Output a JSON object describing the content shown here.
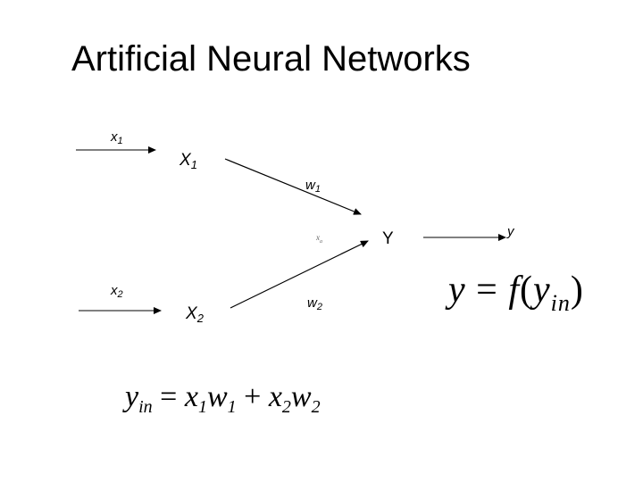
{
  "title": "Artificial Neural Networks",
  "inputs": [
    {
      "base": "x",
      "index": "1"
    },
    {
      "base": "x",
      "index": "2"
    }
  ],
  "input_nodes": [
    {
      "base": "X",
      "index": "1"
    },
    {
      "base": "X",
      "index": "2"
    }
  ],
  "weights": [
    {
      "base": "w",
      "index": "1"
    },
    {
      "base": "w",
      "index": "2"
    }
  ],
  "output_node": "Y",
  "output_label": "y",
  "center_mark": {
    "base": "x",
    "index": "a"
  },
  "activation_eq": {
    "lhs": "y",
    "equals": "=",
    "func": "f",
    "open": "(",
    "arg": "y",
    "arg_sub": "in",
    "close": ")"
  },
  "net_eq": {
    "lhs": "y",
    "lhs_sub": "in",
    "equals": "=",
    "t1_a": "x",
    "t1_a_sub": "1",
    "t1_b": "w",
    "t1_b_sub": "1",
    "plus": "+",
    "t2_a": "x",
    "t2_a_sub": "2",
    "t2_b": "w",
    "t2_b_sub": "2"
  }
}
